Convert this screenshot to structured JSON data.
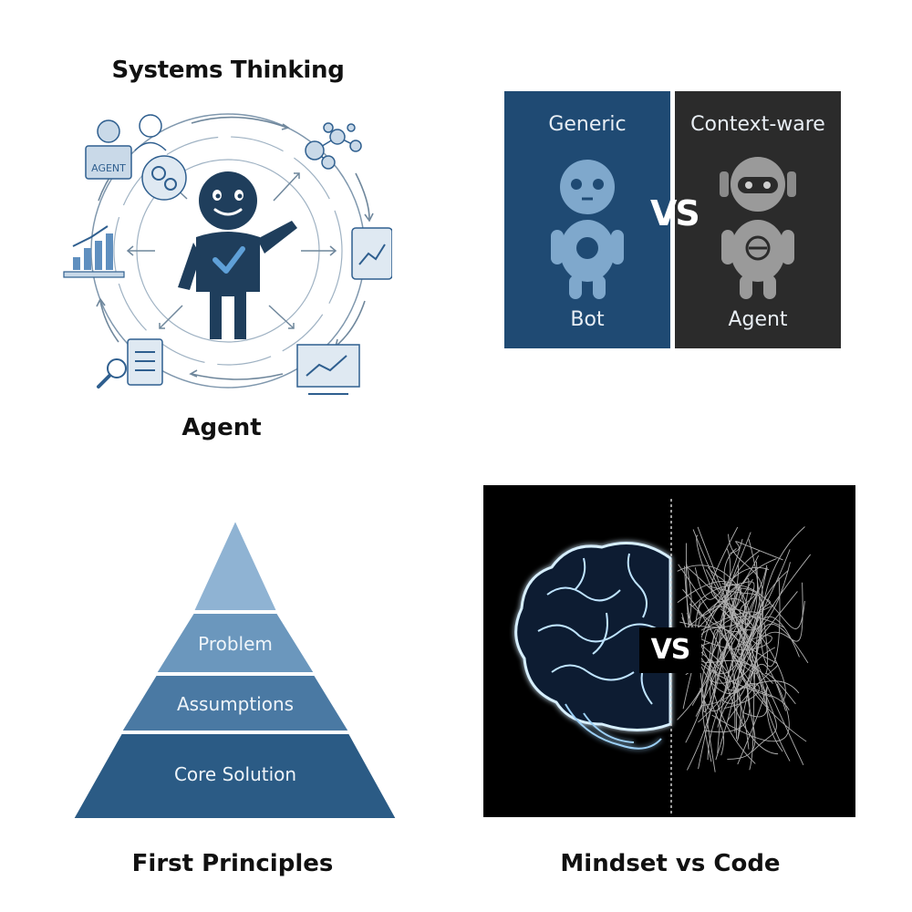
{
  "systems_thinking": {
    "title": "Systems Thinking",
    "badge": "AGENT",
    "caption": "Agent"
  },
  "bot_vs_agent": {
    "left_top": "Generic",
    "left_bottom": "Bot",
    "vs": "VS",
    "right_top": "Context-ware",
    "right_bottom": "Agent",
    "colors": {
      "left": "#1f4a73",
      "right": "#2b2b2b"
    }
  },
  "first_principles": {
    "tiers": [
      "Problem",
      "Assumptions",
      "Core Solution"
    ],
    "caption": "First Principles",
    "colors": [
      "#8fb3d3",
      "#6b97bd",
      "#4a79a3",
      "#2b5b85"
    ]
  },
  "mindset_vs_code": {
    "vs": "VS",
    "caption": "Mindset vs Code"
  }
}
